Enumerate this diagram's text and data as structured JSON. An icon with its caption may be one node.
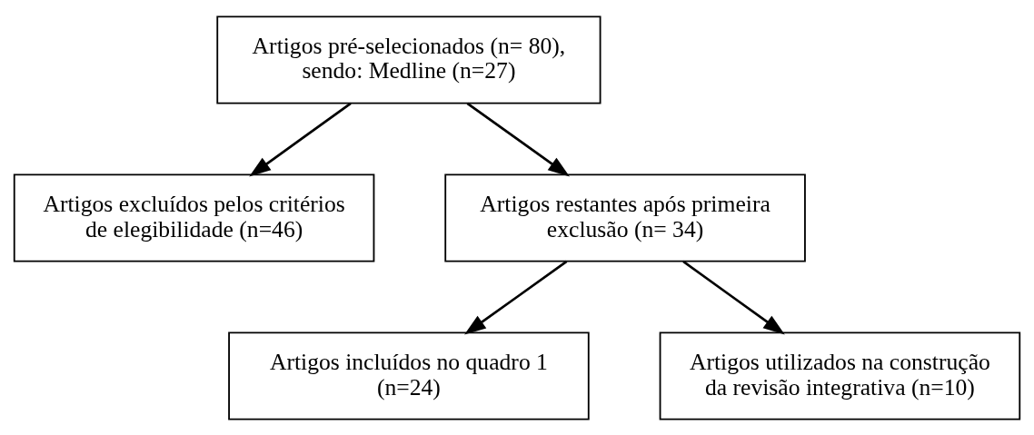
{
  "diagram": {
    "nodes": [
      {
        "text": [
          "Artigos pré-selecionados (n= 80), sendo: Medline (n=27)"
        ]
      },
      {
        "text": [
          "Artigos excluídos pelos critérios de elegibilidade (n=46)"
        ]
      },
      {
        "text": [
          "Artigos restantes após primeira exclusão (n= 34)"
        ]
      },
      {
        "text": [
          "Artigos incluídos no quadro 1 (n=24)"
        ]
      },
      {
        "text": [
          "Artigos utilizados na construção da revisão integrativa (n=10)"
        ]
      }
    ],
    "edges": [
      {
        "from": 0,
        "to": 2,
        "arrow": "to"
      },
      {
        "from": 0,
        "to": 1,
        "arrow": "to"
      },
      {
        "from": 2,
        "to": 3,
        "arrow": "to"
      },
      {
        "from": 2,
        "to": 4,
        "arrow": "to"
      }
    ]
  }
}
